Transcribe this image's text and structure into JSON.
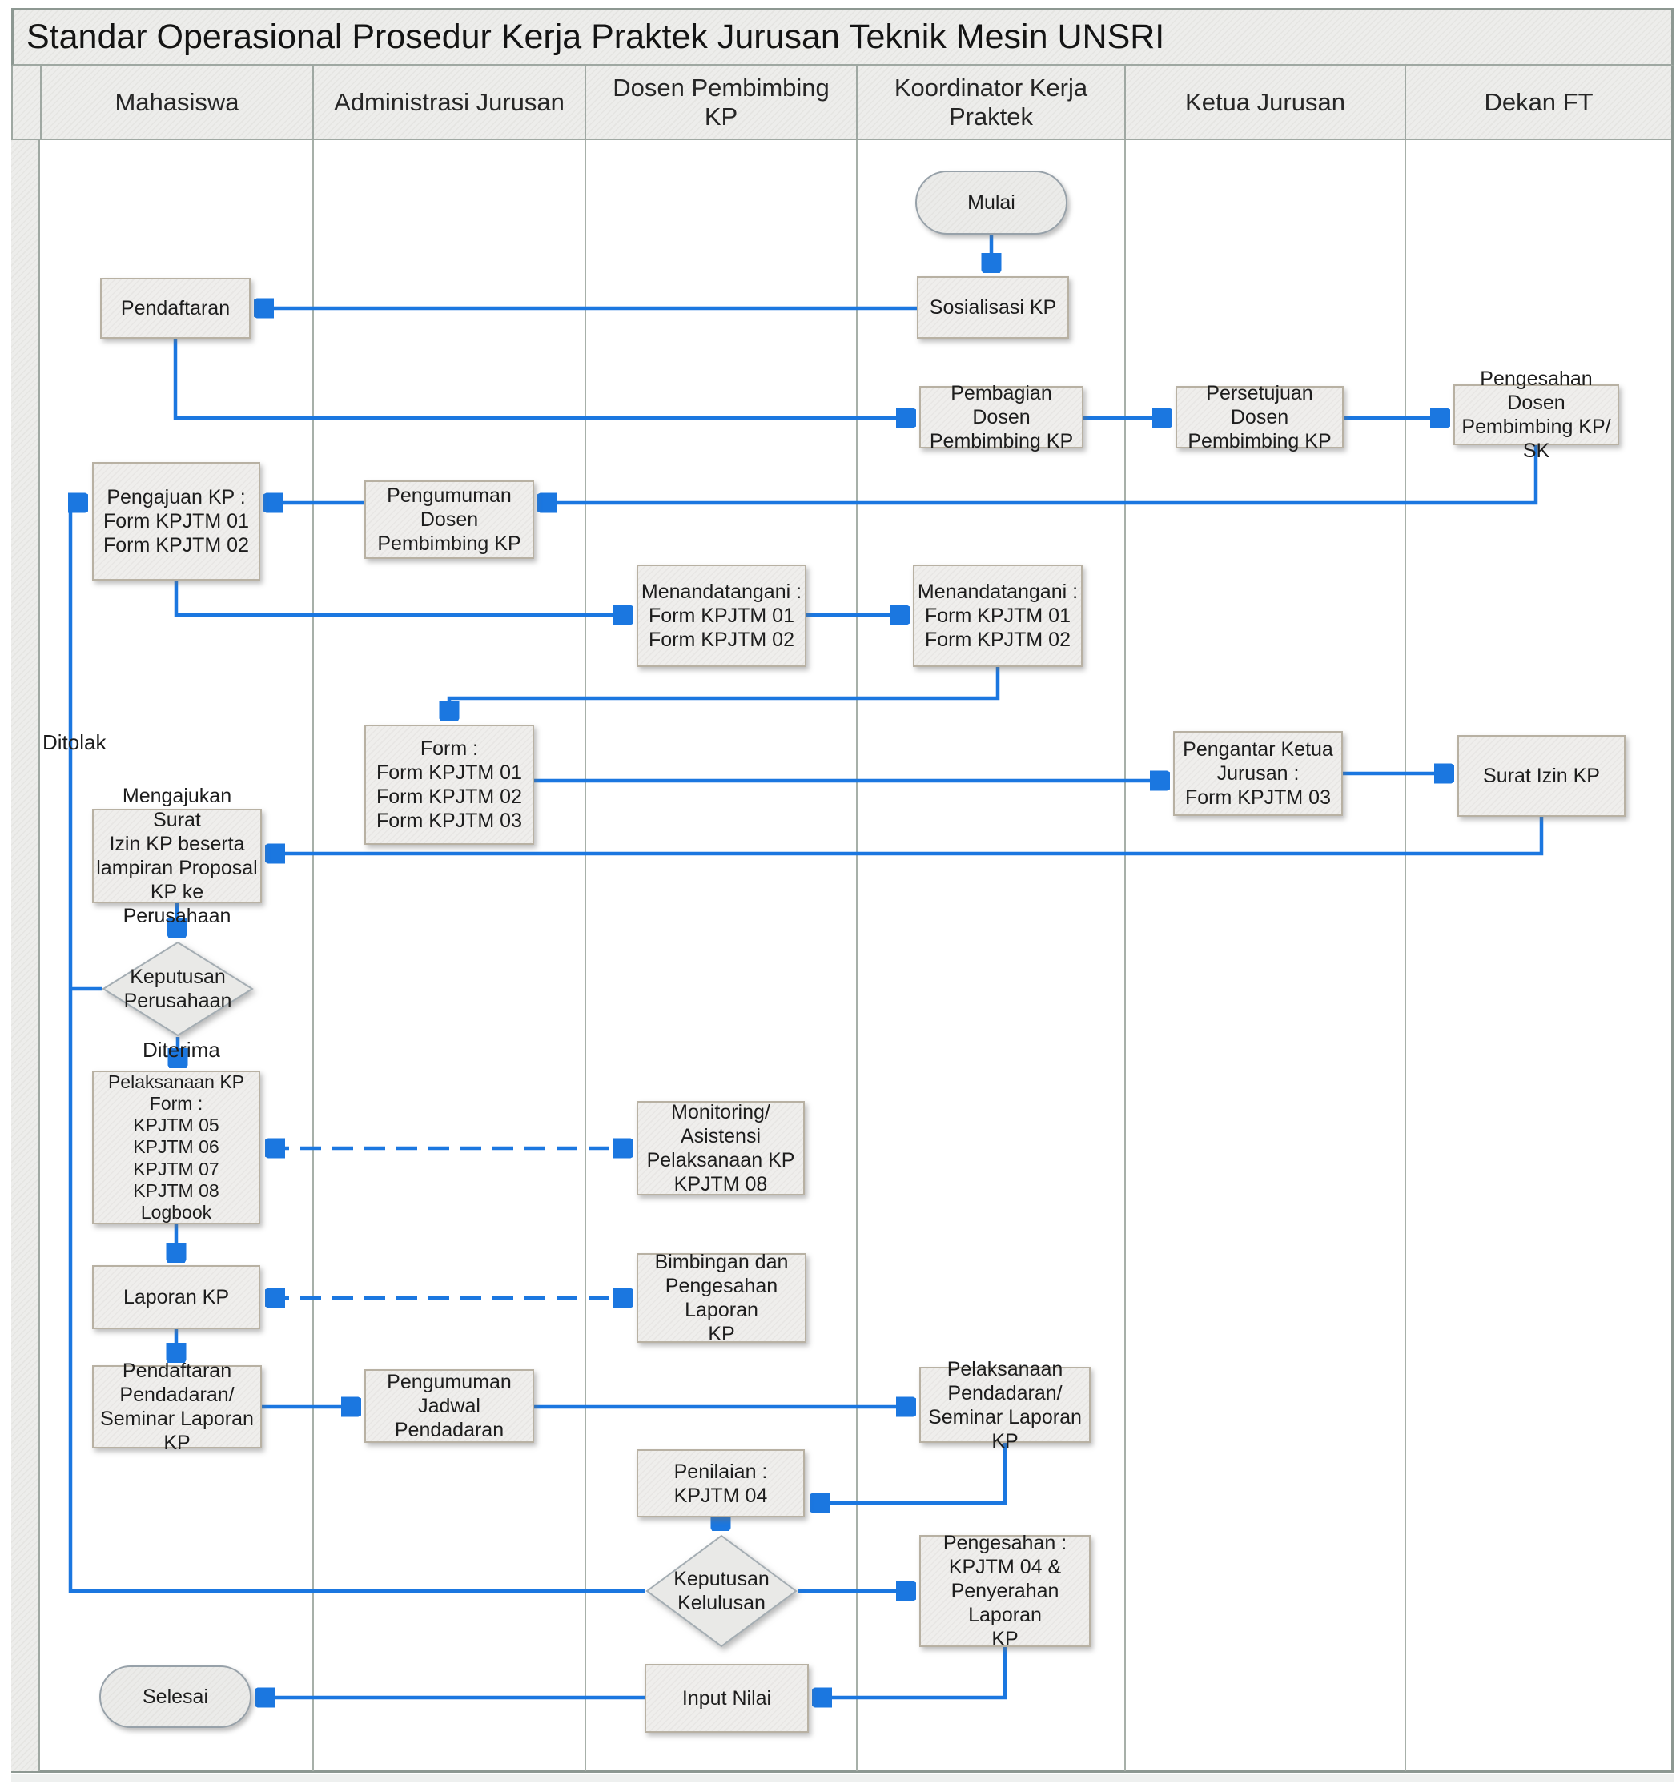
{
  "title": "Standar Operasional Prosedur Kerja Praktek Jurusan Teknik Mesin UNSRI",
  "lanes": [
    "Mahasiswa",
    "Administrasi Jurusan",
    "Dosen Pembimbing\nKP",
    "Koordinator Kerja\nPraktek",
    "Ketua Jurusan",
    "Dekan FT"
  ],
  "nodes": {
    "mulai": "Mulai",
    "sosialisasi": "Sosialisasi KP",
    "pendaftaran": "Pendaftaran",
    "pembagian_dosen": "Pembagian Dosen\nPembimbing KP",
    "persetujuan_dosen": "Persetujuan Dosen\nPembimbing KP",
    "pengesahan_dosen": "Pengesahan Dosen\nPembimbing KP/ SK",
    "pengajuan_kp": "Pengajuan KP :\nForm KPJTM 01\nForm KPJTM 02",
    "pengumuman_dosen": "Pengumuman Dosen\nPembimbing KP",
    "ttd_dosen": "Menandatangani :\nForm KPJTM 01\nForm KPJTM 02",
    "ttd_koordinator": "Menandatangani :\nForm KPJTM 01\nForm KPJTM 02",
    "form_kpjtm": "Form :\nForm KPJTM 01\nForm KPJTM 02\nForm KPJTM 03",
    "pengantar_ketua": "Pengantar Ketua\nJurusan :\nForm KPJTM 03",
    "surat_izin": "Surat Izin KP",
    "mengajukan_surat": "Mengajukan Surat\nIzin KP beserta\nlampiran Proposal\nKP ke Perusahaan",
    "keputusan_perusahaan": "Keputusan\nPerusahaan",
    "pelaksanaan_kp": "Pelaksanaan KP\nForm :\nKPJTM 05\nKPJTM 06\nKPJTM 07\nKPJTM 08\nLogbook",
    "monitoring": "Monitoring/\nAsistensi\nPelaksanaan KP\nKPJTM 08",
    "laporan_kp": "Laporan KP",
    "bimbingan": "Bimbingan dan\nPengesahan Laporan\nKP",
    "pendaftaran_pendadaran": "Pendaftaran\nPendadaran/\nSeminar Laporan KP",
    "pengumuman_jadwal": "Pengumuman\nJadwal Pendadaran",
    "pelaksanaan_pendadaran": "Pelaksanaan\nPendadaran/\nSeminar Laporan KP",
    "penilaian": "Penilaian :\nKPJTM 04",
    "keputusan_kelulusan": "Keputusan\nKelulusan",
    "pengesahan_akhir": "Pengesahan :\nKPJTM 04 &\nPenyerahan Laporan\nKP",
    "input_nilai": "Input Nilai",
    "selesai": "Selesai"
  },
  "edge_labels": {
    "ditolak": "Ditolak",
    "diterima": "Diterima"
  },
  "colors": {
    "arrow": "#1b77e0",
    "node_fill": "#efeeec",
    "node_border": "#b8b1a3",
    "lane_border": "#9fa8a2",
    "header_fill": "#ededeb"
  },
  "edges": [
    {
      "from": "mulai",
      "to": "sosialisasi",
      "style": "solid"
    },
    {
      "from": "sosialisasi",
      "to": "pendaftaran",
      "style": "solid"
    },
    {
      "from": "pendaftaran",
      "to": "pembagian_dosen",
      "style": "solid"
    },
    {
      "from": "pembagian_dosen",
      "to": "persetujuan_dosen",
      "style": "solid"
    },
    {
      "from": "persetujuan_dosen",
      "to": "pengesahan_dosen",
      "style": "solid"
    },
    {
      "from": "pengesahan_dosen",
      "to": "pengumuman_dosen",
      "style": "solid"
    },
    {
      "from": "pengumuman_dosen",
      "to": "pengajuan_kp",
      "style": "solid"
    },
    {
      "from": "pengajuan_kp",
      "to": "ttd_dosen",
      "style": "solid"
    },
    {
      "from": "ttd_dosen",
      "to": "ttd_koordinator",
      "style": "solid"
    },
    {
      "from": "ttd_koordinator",
      "to": "form_kpjtm",
      "style": "solid"
    },
    {
      "from": "form_kpjtm",
      "to": "pengantar_ketua",
      "style": "solid"
    },
    {
      "from": "pengantar_ketua",
      "to": "surat_izin",
      "style": "solid"
    },
    {
      "from": "surat_izin",
      "to": "mengajukan_surat",
      "style": "solid"
    },
    {
      "from": "mengajukan_surat",
      "to": "keputusan_perusahaan",
      "style": "solid"
    },
    {
      "from": "keputusan_perusahaan",
      "to": "pelaksanaan_kp",
      "label": "Diterima",
      "style": "solid"
    },
    {
      "from": "keputusan_perusahaan",
      "to": "pengajuan_kp",
      "label": "Ditolak",
      "style": "solid"
    },
    {
      "from": "pelaksanaan_kp",
      "to": "monitoring",
      "style": "dashed-bidirectional"
    },
    {
      "from": "pelaksanaan_kp",
      "to": "laporan_kp",
      "style": "solid"
    },
    {
      "from": "laporan_kp",
      "to": "bimbingan",
      "style": "dashed-bidirectional"
    },
    {
      "from": "laporan_kp",
      "to": "pendaftaran_pendadaran",
      "style": "solid"
    },
    {
      "from": "pendaftaran_pendadaran",
      "to": "pengumuman_jadwal",
      "style": "solid"
    },
    {
      "from": "pengumuman_jadwal",
      "to": "pelaksanaan_pendadaran",
      "style": "solid"
    },
    {
      "from": "pelaksanaan_pendadaran",
      "to": "penilaian",
      "style": "solid"
    },
    {
      "from": "penilaian",
      "to": "keputusan_kelulusan",
      "style": "solid"
    },
    {
      "from": "keputusan_kelulusan",
      "to": "pengesahan_akhir",
      "style": "solid"
    },
    {
      "from": "keputusan_kelulusan",
      "to": "pengajuan_kp",
      "style": "solid"
    },
    {
      "from": "pengesahan_akhir",
      "to": "input_nilai",
      "style": "solid"
    },
    {
      "from": "input_nilai",
      "to": "selesai",
      "style": "solid"
    }
  ]
}
